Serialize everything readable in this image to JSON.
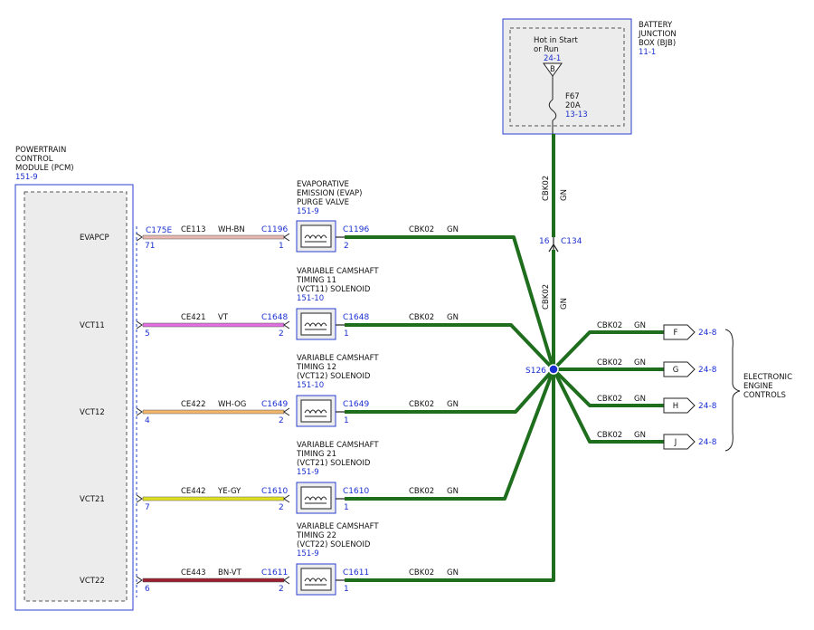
{
  "pcm": {
    "title_lines": [
      "POWERTRAIN",
      "CONTROL",
      "MODULE (PCM)"
    ],
    "ref": "151-9",
    "connector": "C175E",
    "pins": [
      {
        "signal": "EVAPCP",
        "pin": "71"
      },
      {
        "signal": "VCT11",
        "pin": "5"
      },
      {
        "signal": "VCT12",
        "pin": "4"
      },
      {
        "signal": "VCT21",
        "pin": "7"
      },
      {
        "signal": "VCT22",
        "pin": "6"
      }
    ]
  },
  "circuits": [
    {
      "id": "CE113",
      "color": "WH-BN",
      "connector": "C1196",
      "pin": "1",
      "wire_color": "#e8b8b0"
    },
    {
      "id": "CE421",
      "color": "VT",
      "connector": "C1648",
      "pin": "2",
      "wire_color": "#e070e0"
    },
    {
      "id": "CE422",
      "color": "WH-OG",
      "connector": "C1649",
      "pin": "2",
      "wire_color": "#f2b66a"
    },
    {
      "id": "CE442",
      "color": "YE-GY",
      "connector": "C1610",
      "pin": "2",
      "wire_color": "#e0e020"
    },
    {
      "id": "CE443",
      "color": "BN-VT",
      "connector": "C1611",
      "pin": "2",
      "wire_color": "#9a2030"
    }
  ],
  "components": [
    {
      "lines": [
        "EVAPORATIVE",
        "EMISSION (EVAP)",
        "PURGE VALVE"
      ],
      "ref": "151-9",
      "out_connector": "C1196",
      "out_pin": "2"
    },
    {
      "lines": [
        "VARIABLE CAMSHAFT",
        "TIMING 11",
        "(VCT11) SOLENOID"
      ],
      "ref": "151-10",
      "out_connector": "C1648",
      "out_pin": "1"
    },
    {
      "lines": [
        "VARIABLE CAMSHAFT",
        "TIMING 12",
        "(VCT12) SOLENOID"
      ],
      "ref": "151-10",
      "out_connector": "C1649",
      "out_pin": "1"
    },
    {
      "lines": [
        "VARIABLE CAMSHAFT",
        "TIMING 21",
        "(VCT21) SOLENOID"
      ],
      "ref": "151-9",
      "out_connector": "C1610",
      "out_pin": "1"
    },
    {
      "lines": [
        "VARIABLE CAMSHAFT",
        "TIMING 22",
        "(VCT22) SOLENOID"
      ],
      "ref": "151-9",
      "out_connector": "C1611",
      "out_pin": "1"
    }
  ],
  "power_wire": {
    "circuit": "CBK02",
    "color": "GN",
    "wire_color": "#1e6e1e"
  },
  "bjb": {
    "title_lines": [
      "BATTERY",
      "JUNCTION",
      "BOX (BJB)"
    ],
    "ref": "11-1",
    "feed_lines": [
      "Hot in Start",
      "or Run"
    ],
    "feed_ref": "24-1",
    "terminal": "B",
    "fuse": "F67",
    "fuse_rating": "20A",
    "fuse_ref": "13-13"
  },
  "inline_connector": {
    "pin": "16",
    "connector": "C134"
  },
  "splice": {
    "id": "S126"
  },
  "outputs": {
    "letters": [
      "F",
      "G",
      "H",
      "J"
    ],
    "ref": "24-8",
    "label_lines": [
      "ELECTRONIC",
      "ENGINE",
      "CONTROLS"
    ]
  }
}
